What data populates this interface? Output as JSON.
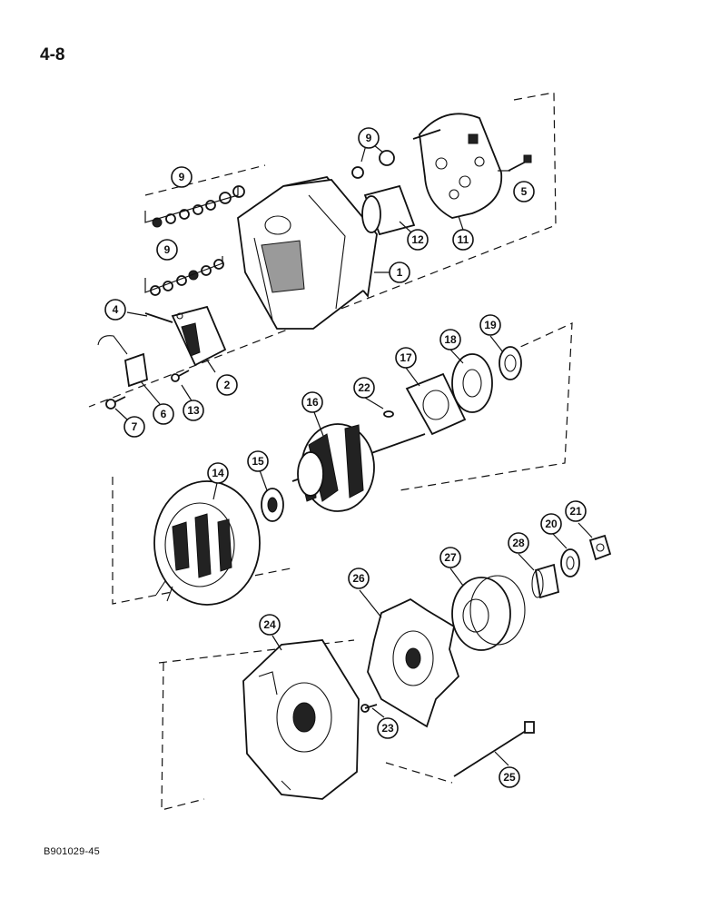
{
  "page_number": "4-8",
  "figure_code": "B901029-45",
  "callouts": {
    "c1": "1",
    "c2": "2",
    "c4": "4",
    "c5": "5",
    "c6": "6",
    "c7": "7",
    "c9a": "9",
    "c9b": "9",
    "c9c": "9",
    "c11": "11",
    "c12": "12",
    "c13": "13",
    "c14": "14",
    "c15": "15",
    "c16": "16",
    "c17": "17",
    "c18": "18",
    "c19": "19",
    "c20": "20",
    "c21": "21",
    "c22": "22",
    "c23": "23",
    "c24": "24",
    "c25": "25",
    "c26": "26",
    "c27": "27",
    "c28": "28"
  }
}
